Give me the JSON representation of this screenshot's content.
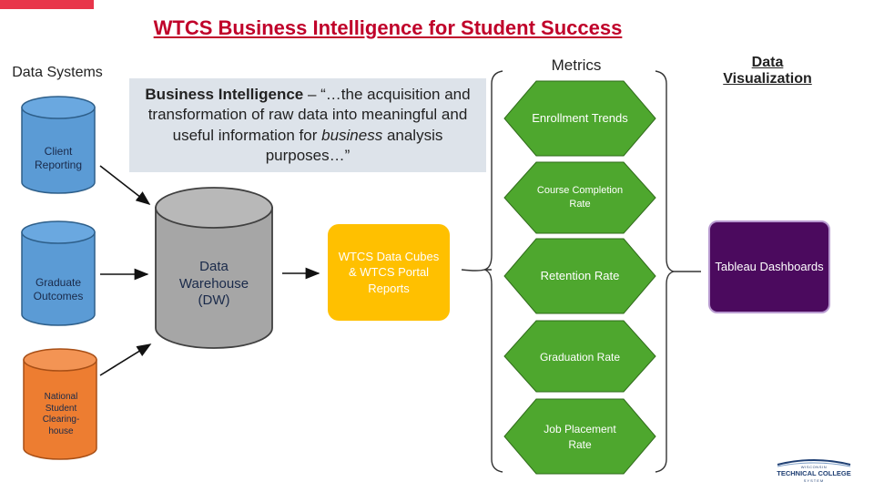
{
  "title": "WTCS Business Intelligence for Student Success",
  "headers": {
    "data_systems": "Data Systems",
    "metrics": "Metrics",
    "data_visualization_1": "Data",
    "data_visualization_2": "Visualization"
  },
  "data_systems": [
    {
      "label": "Client Reporting",
      "color": "#5b9bd5"
    },
    {
      "label": "Graduate Outcomes",
      "color": "#5b9bd5"
    },
    {
      "label": "National Student Clearing-house",
      "color": "#ed7d31"
    }
  ],
  "bi_definition": {
    "prefix": "Business Intelligence",
    "text_1": " – “…the acquisition and transformation of raw data into meaningful and useful information for ",
    "emphasis": "business",
    "text_2": " analysis purposes…”"
  },
  "warehouse": {
    "label": "Data Warehouse (DW)",
    "color": "#a6a6a6"
  },
  "cubes": {
    "label": "WTCS Data Cubes & WTCS Portal Reports",
    "color": "#ffc000"
  },
  "metrics": [
    {
      "label": "Enrollment Trends"
    },
    {
      "label": "Course Completion Rate"
    },
    {
      "label": "Retention Rate"
    },
    {
      "label": "Graduation Rate"
    },
    {
      "label": "Job Placement Rate"
    }
  ],
  "metric_color": "#4ea72e",
  "visualization": {
    "label": "Tableau Dashboards",
    "color": "#4b0a5e"
  },
  "logo": {
    "line1": "WISCONSIN",
    "line2": "TECHNICAL COLLEGE",
    "line3": "SYSTEM"
  }
}
